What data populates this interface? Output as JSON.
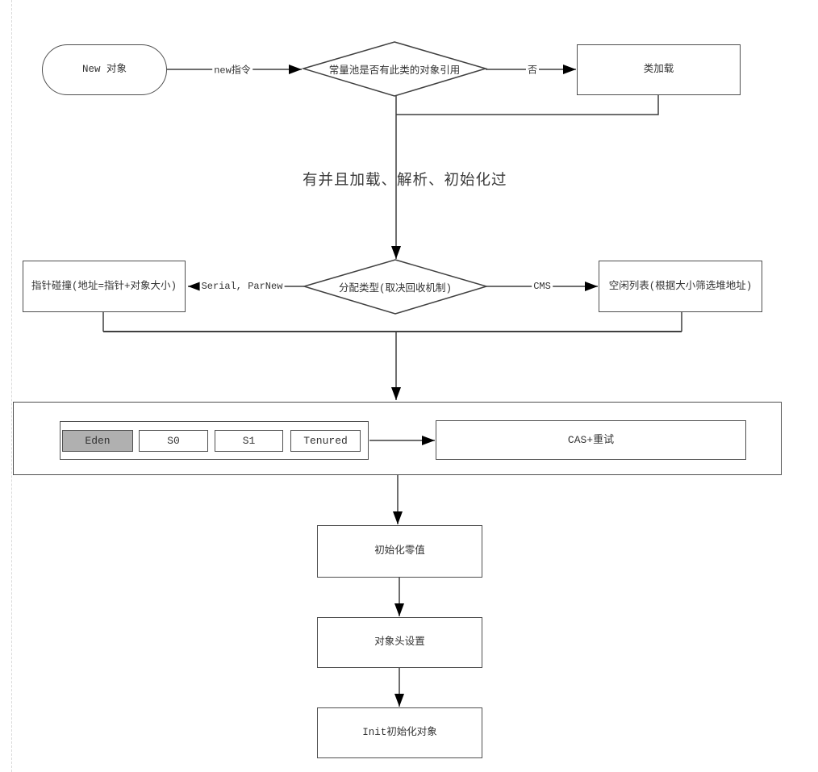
{
  "nodes": {
    "start": "New 对象",
    "decision_constant_pool": "常量池是否有此类的对象引用",
    "class_load": "类加载",
    "loaded_note": "有并且加载、解析、初始化过",
    "decision_allocation": "分配类型(取决回收机制)",
    "pointer_collision": "指针碰撞(地址=指针+对象大小)",
    "free_list": "空闲列表(根据大小筛选堆地址)",
    "heap": {
      "eden": "Eden",
      "s0": "S0",
      "s1": "S1",
      "tenured": "Tenured"
    },
    "cas_retry": "CAS+重试",
    "init_zero": "初始化零值",
    "object_header": "对象头设置",
    "init_object": "Init初始化对象"
  },
  "edge_labels": {
    "new_instruction": "new指令",
    "no": "否",
    "serial_parnew": "Serial, ParNew",
    "cms": "CMS"
  },
  "colors": {
    "line": "#3f3f3f",
    "shape_border": "#4f4f4f",
    "eden_fill": "#b0b0b0",
    "background": "#ffffff"
  }
}
